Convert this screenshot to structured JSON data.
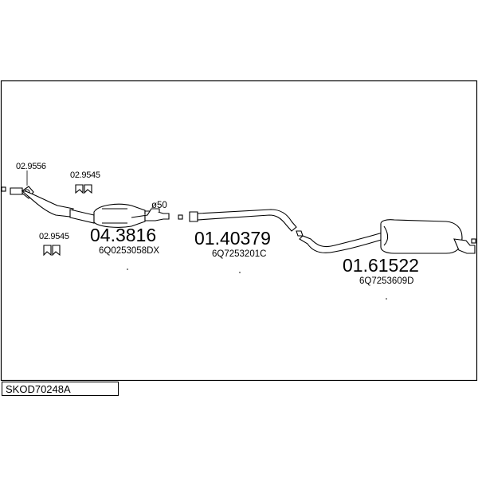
{
  "diagram": {
    "code": "SKOD70248A",
    "parts": [
      {
        "number": "02.9556"
      },
      {
        "number": "02.9545"
      },
      {
        "number": "02.9545"
      },
      {
        "number": "04.3816",
        "ref": "6Q0253058DX"
      },
      {
        "number": "01.40379",
        "ref": "6Q7253201C"
      },
      {
        "number": "01.61522",
        "ref": "6Q7253609D"
      }
    ],
    "diameter_label": "ø50"
  }
}
